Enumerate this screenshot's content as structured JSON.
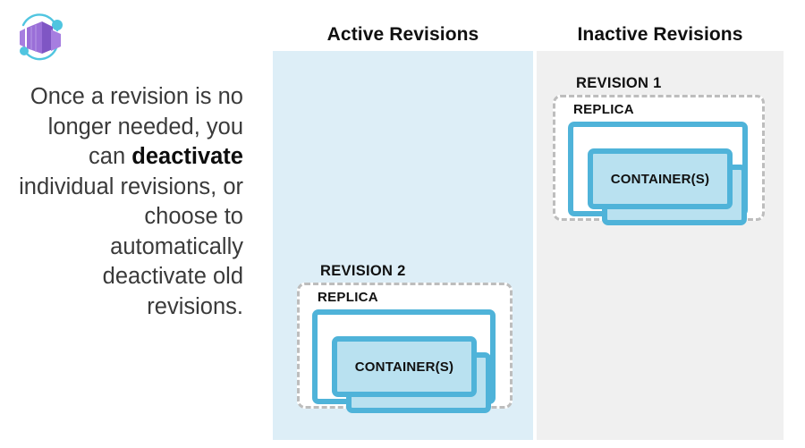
{
  "brand": {
    "icon": "azure-container-apps-icon",
    "colors": {
      "cube_dark": "#8661c5",
      "cube_light": "#a67ee0",
      "orbit": "#50c5e0"
    }
  },
  "left_panel": {
    "description": {
      "before": "Once a revision is no longer needed, you can ",
      "emphasis": "deactivate",
      "after": " individual revisions, or choose to automatically deactivate old revisions."
    }
  },
  "columns": [
    {
      "id": "active",
      "header": "Active Revisions",
      "band_color": "#ddeef7"
    },
    {
      "id": "inactive",
      "header": "Inactive Revisions",
      "band_color": "#f0f0f0"
    }
  ],
  "revisions": [
    {
      "id": "revision-1",
      "column": "inactive",
      "label": "REVISION 1",
      "replica_label": "REPLICA",
      "container_label": "CONTAINER(S)",
      "container_count": 2
    },
    {
      "id": "revision-2",
      "column": "active",
      "label": "REVISION 2",
      "replica_label": "REPLICA",
      "container_label": "CONTAINER(S)",
      "container_count": 2
    }
  ],
  "theme": {
    "accent_blue": "#4fb3d9",
    "container_fill": "#b9e1f0",
    "dashed_border": "#bdbdbd",
    "text_dark": "#111111",
    "body_text": "#3a3a3a"
  }
}
